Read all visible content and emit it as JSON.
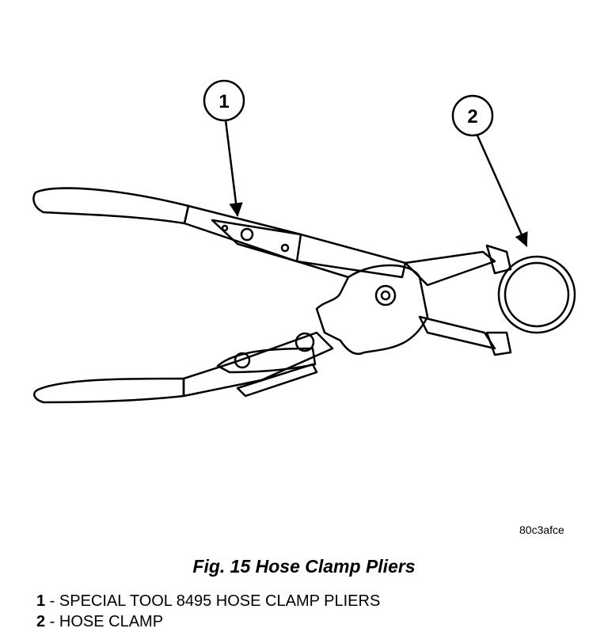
{
  "callouts": [
    {
      "number": "1"
    },
    {
      "number": "2"
    }
  ],
  "image_code": "80c3afce",
  "caption": "Fig. 15 Hose Clamp Pliers",
  "legend": [
    {
      "number": "1",
      "separator": " - ",
      "text": "SPECIAL TOOL 8495 HOSE CLAMP PLIERS"
    },
    {
      "number": "2",
      "separator": " - ",
      "text": "HOSE CLAMP"
    }
  ],
  "colors": {
    "line": "#000000",
    "background": "#ffffff"
  }
}
